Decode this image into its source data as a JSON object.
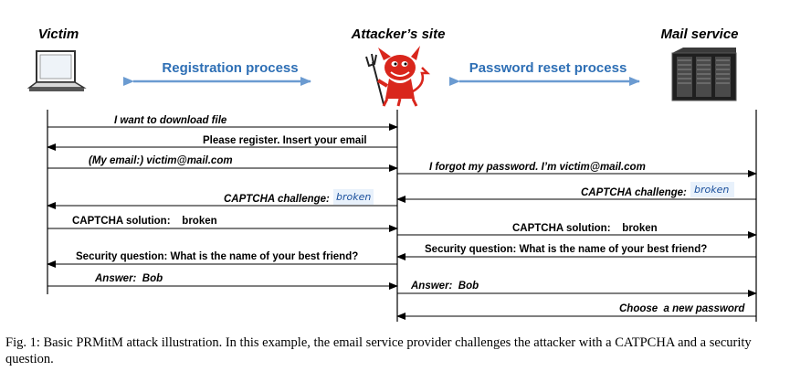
{
  "actors": {
    "victim": "Victim",
    "attacker": "Attacker’s site",
    "mail": "Mail service"
  },
  "processes": {
    "registration": "Registration process",
    "reset": "Password reset process"
  },
  "messages": {
    "m1": "I want to download file",
    "m2": "Please register. Insert your email",
    "m3": "(My email:) victim@mail.com",
    "m4": "I forgot my password.  I’m  victim@mail.com",
    "m5": "CAPTCHA challenge:",
    "m5_word": "broken",
    "m6": "CAPTCHA challenge:",
    "m6_word": "broken",
    "m7": "CAPTCHA solution:    broken",
    "m8": "CAPTCHA solution:    broken",
    "m9": "Security question: What is the name of your best friend?",
    "m10": "Security question: What is the name of your best friend?",
    "m11": "Answer:  Bob",
    "m12": "Answer:  Bob",
    "m13": "Choose  a new password"
  },
  "caption": "Fig. 1: Basic PRMitM attack illustration. In this example, the email service provider challenges the attacker with a CATPCHA and a security question.",
  "colors": {
    "process_arrow": "#6b9bd1",
    "process_text": "#2e6fb5",
    "devil": "#d9261c"
  },
  "icons": {
    "victim": "laptop-icon",
    "attacker": "devil-icon",
    "mail": "server-rack-icon"
  }
}
